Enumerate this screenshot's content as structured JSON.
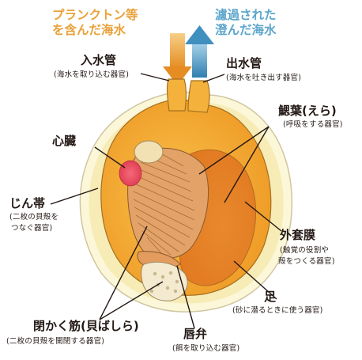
{
  "flow": {
    "inflow_line1": "プランクトン等",
    "inflow_line2": "を含んだ海水",
    "outflow_line1": "濾過された",
    "outflow_line2": "澄んだ海水"
  },
  "labels": {
    "intake_siphon": {
      "name": "入水管",
      "desc": "(海水を取り込む器官)"
    },
    "exhalant_siphon": {
      "name": "出水管",
      "desc": "(海水を吐き出す器官)"
    },
    "gill": {
      "name": "鰓葉(えら)",
      "desc": "(呼吸をする器官)"
    },
    "heart": {
      "name": "心臓"
    },
    "ligament": {
      "name": "じん帯",
      "desc1": "(二枚の貝殻を",
      "desc2": "つなぐ器官)"
    },
    "mantle": {
      "name": "外套膜",
      "desc1": "(触覚の役割や",
      "desc2": "殻をつくる器官)"
    },
    "foot": {
      "name": "足",
      "desc": "(砂に潜るときに使う器官)"
    },
    "adductor": {
      "name": "閉かく筋(貝ばしら)",
      "desc": "(二枚の貝殻を開閉する器官)"
    },
    "palp": {
      "name": "唇弁",
      "desc": "(餌を取り込む器官)"
    }
  },
  "colors": {
    "inflow": "#e8a23a",
    "outflow": "#5ca6cc",
    "body": "#f2a731",
    "foot": "#e88a2b",
    "heart": "#e8455a",
    "shell_edge": "#f6efb0"
  }
}
